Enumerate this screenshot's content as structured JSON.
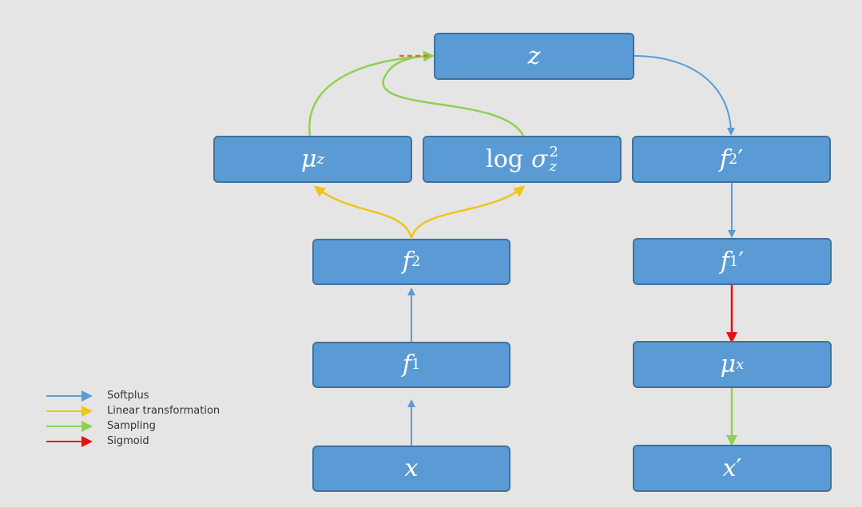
{
  "nodes": {
    "z": {
      "label": "z"
    },
    "mu_z": {
      "label": "μ",
      "sub": "z"
    },
    "log_sigma": {
      "prefix": "log",
      "label": "σ",
      "sup": "2",
      "sub": "z"
    },
    "f2_prime": {
      "label": "f",
      "sub": "2",
      "prime": "′"
    },
    "f2": {
      "label": "f",
      "sub": "2"
    },
    "f1_prime": {
      "label": "f",
      "sub": "1",
      "prime": "′"
    },
    "f1": {
      "label": "f",
      "sub": "1"
    },
    "mu_x": {
      "label": "μ",
      "sub": "x"
    },
    "x": {
      "label": "x"
    },
    "x_prime": {
      "label": "x",
      "prime": "′"
    }
  },
  "legend": [
    {
      "label": "Softplus",
      "color": "#5b9bd5"
    },
    {
      "label": "Linear transformation",
      "color": "#f0c419"
    },
    {
      "label": "Sampling",
      "color": "#8fd14f"
    },
    {
      "label": "Sigmoid",
      "color": "#e81010"
    }
  ],
  "colors": {
    "softplus": "#5b9bd5",
    "linear": "#f0c419",
    "sampling": "#8fd14f",
    "sigmoid": "#e81010",
    "node_fill": "#5b9bd5",
    "background": "#e5e5e5"
  }
}
